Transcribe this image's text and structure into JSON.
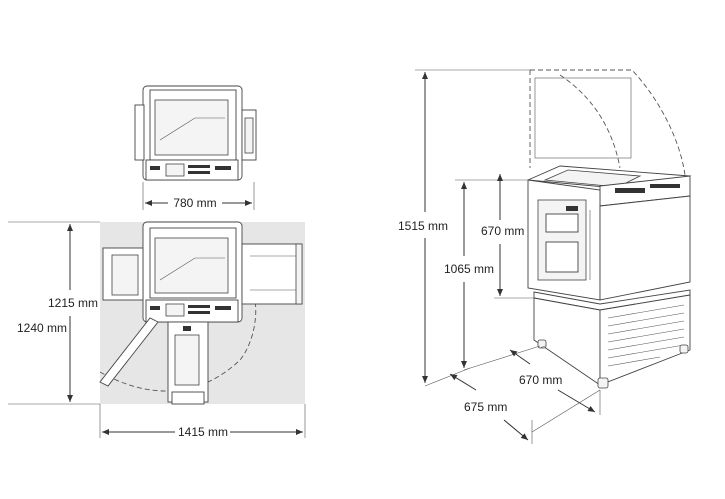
{
  "dimensions": {
    "top_view_width": "780 mm",
    "full_height_left": "1215 mm",
    "full_depth_left": "1240 mm",
    "full_width": "1415 mm",
    "total_height": "1515 mm",
    "depth_upper": "670 mm",
    "body_height": "1065 mm",
    "depth_lower": "670 mm",
    "depth_total": "675 mm"
  },
  "colors": {
    "footprint": "#e6e6e6",
    "line": "#333333"
  }
}
